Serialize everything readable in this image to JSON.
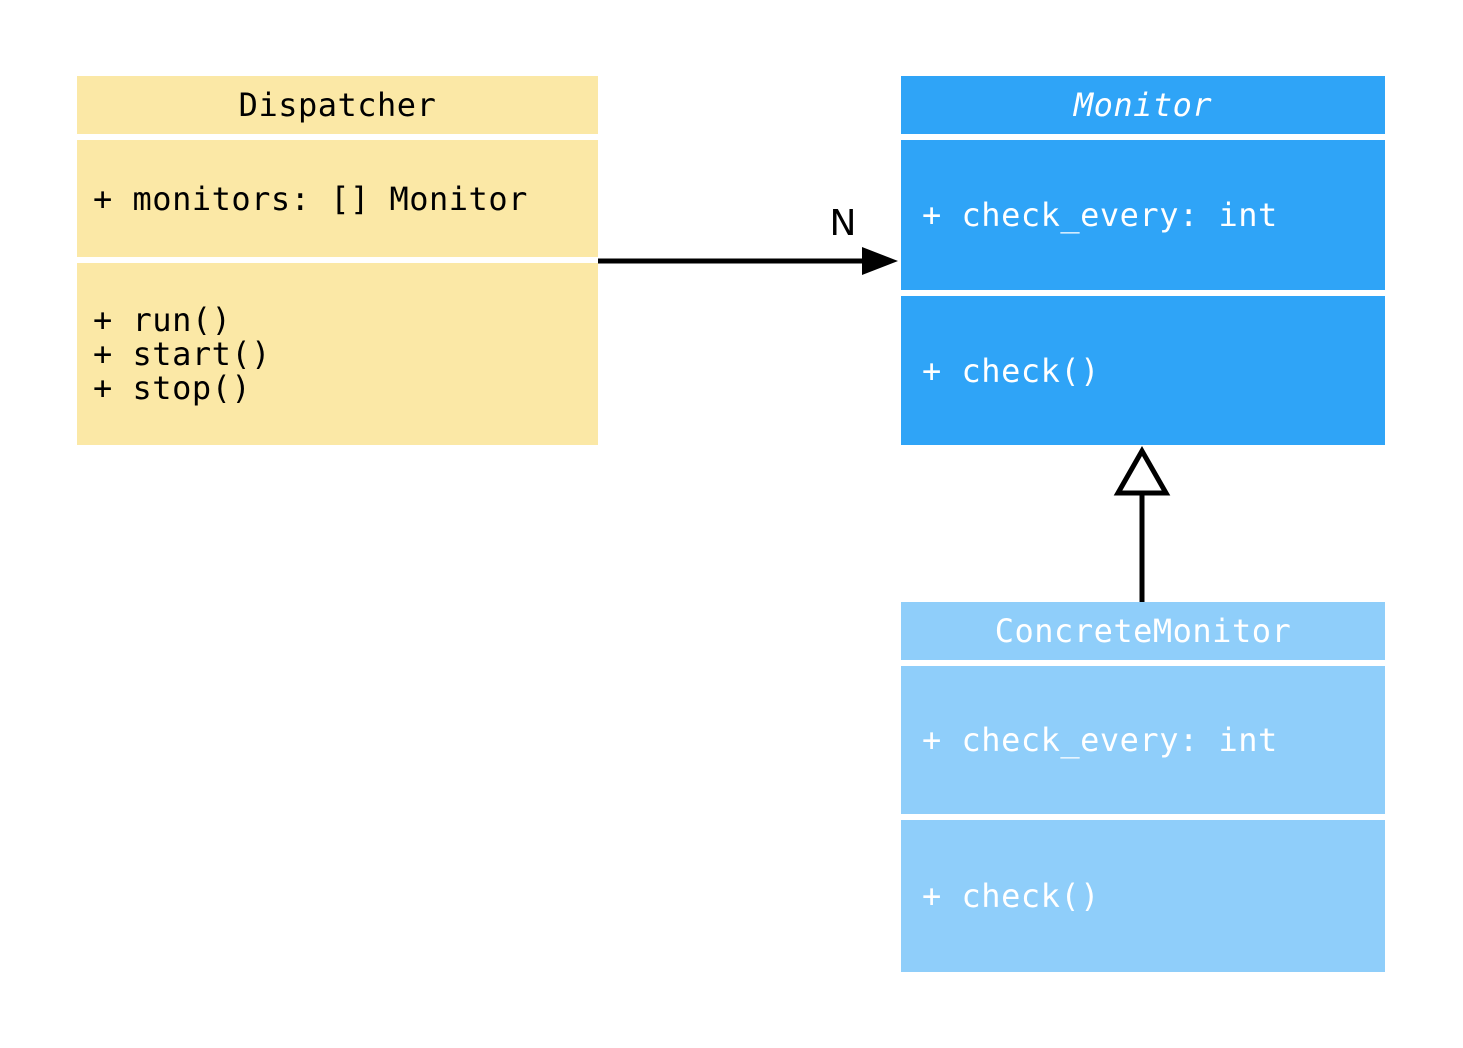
{
  "diagram_title": "",
  "colors": {
    "dispatcher_fill": "#FBE8A6",
    "monitor_fill": "#2FA4F7",
    "concrete_monitor_fill": "#8FCEFA",
    "text_dark": "#000000",
    "text_light": "#FFFFFF",
    "connector": "#000000",
    "canvas_bg": "#FFFFFF"
  },
  "classes": {
    "dispatcher": {
      "name": "Dispatcher",
      "attributes": [
        "+ monitors: [] Monitor"
      ],
      "methods": [
        "+ run()",
        "+ start()",
        "+ stop()"
      ]
    },
    "monitor": {
      "name": "Monitor",
      "attributes": [
        "+ check_every: int"
      ],
      "methods": [
        "+ check()"
      ]
    },
    "concrete_monitor": {
      "name": "ConcreteMonitor",
      "attributes": [
        "+ check_every: int"
      ],
      "methods": [
        "+ check()"
      ]
    }
  },
  "relations": {
    "association_label": "N"
  }
}
